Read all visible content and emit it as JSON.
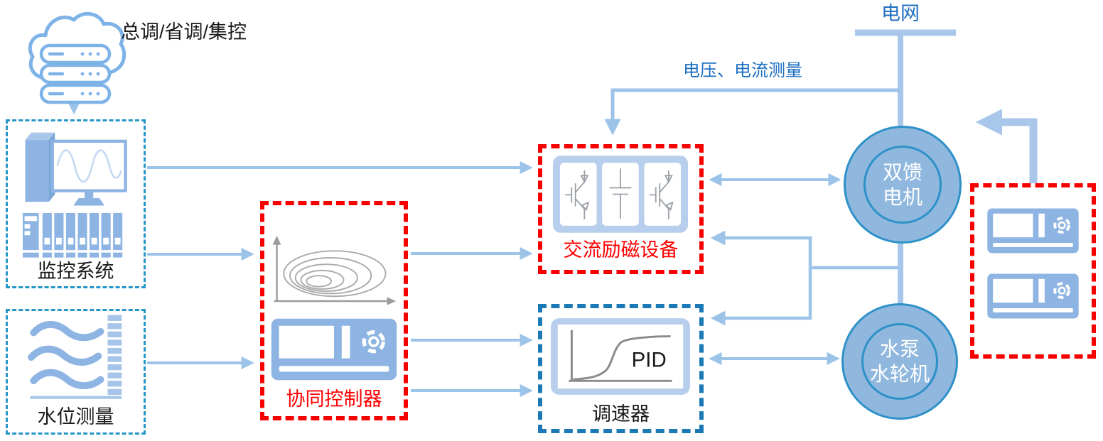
{
  "labels": {
    "dispatch": "总调/省调/集控",
    "grid": "电网",
    "vi_measurement": "电压、电流测量",
    "monitoring_system": "监控系统",
    "water_level": "水位测量",
    "coordinated_controller": "协同控制器",
    "ac_excitation": "交流励磁设备",
    "governor": "调速器",
    "pid": "PID",
    "dfig_motor": {
      "line1": "双馈",
      "line2": "电机"
    },
    "pump_turbine": {
      "line1": "水泵",
      "line2": "水轮机"
    }
  },
  "icons": {
    "cloud": "cloud-server-icon",
    "monitoring": "scada-workstation-icon",
    "water": "water-level-gauge-icon",
    "contour": "optimization-contour-icon",
    "controller_device": "controller-device-icon",
    "converter": "igbt-converter-icon",
    "governor": "pid-step-response-icon"
  },
  "colors": {
    "connector_blue": "#9cc3e8",
    "bus_blue": "#a9c7ea",
    "box_red": "#f80000",
    "box_teal": "#2596c6",
    "box_governor_blue": "#1b7ab5",
    "circle_fill": "#90b8de",
    "circle_stroke": "#2e91c8",
    "icon_blue": "#8db4e2",
    "icon_light_blue": "#b7cfec",
    "label_blue": "#1c6ec0",
    "label_red": "#ff0000",
    "label_black": "#1a1a1a",
    "icon_gray": "#a6a6a6"
  }
}
